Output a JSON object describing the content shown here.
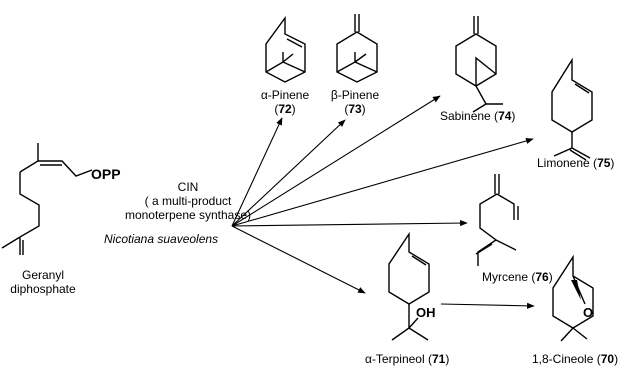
{
  "substrate": {
    "line1": "Geranyl",
    "line2": "diphosphate",
    "group": "OPP"
  },
  "enzyme": {
    "name": "CIN",
    "desc1": "( a multi-product",
    "desc2": "monoterpene synthase)",
    "organism": "Nicotiana suaveolens"
  },
  "products": [
    {
      "name": "α-Pinene",
      "num": "72"
    },
    {
      "name": "β-Pinene",
      "num": "73"
    },
    {
      "name": "Sabinene",
      "num": "74"
    },
    {
      "name": "Limonene",
      "num": "75"
    },
    {
      "name": "Myrcene",
      "num": "76"
    },
    {
      "name": "α-Terpineol",
      "num": "71"
    },
    {
      "name": "1,8-Cineole",
      "num": "70"
    }
  ],
  "groups": {
    "oh": "OH",
    "o": "O"
  }
}
